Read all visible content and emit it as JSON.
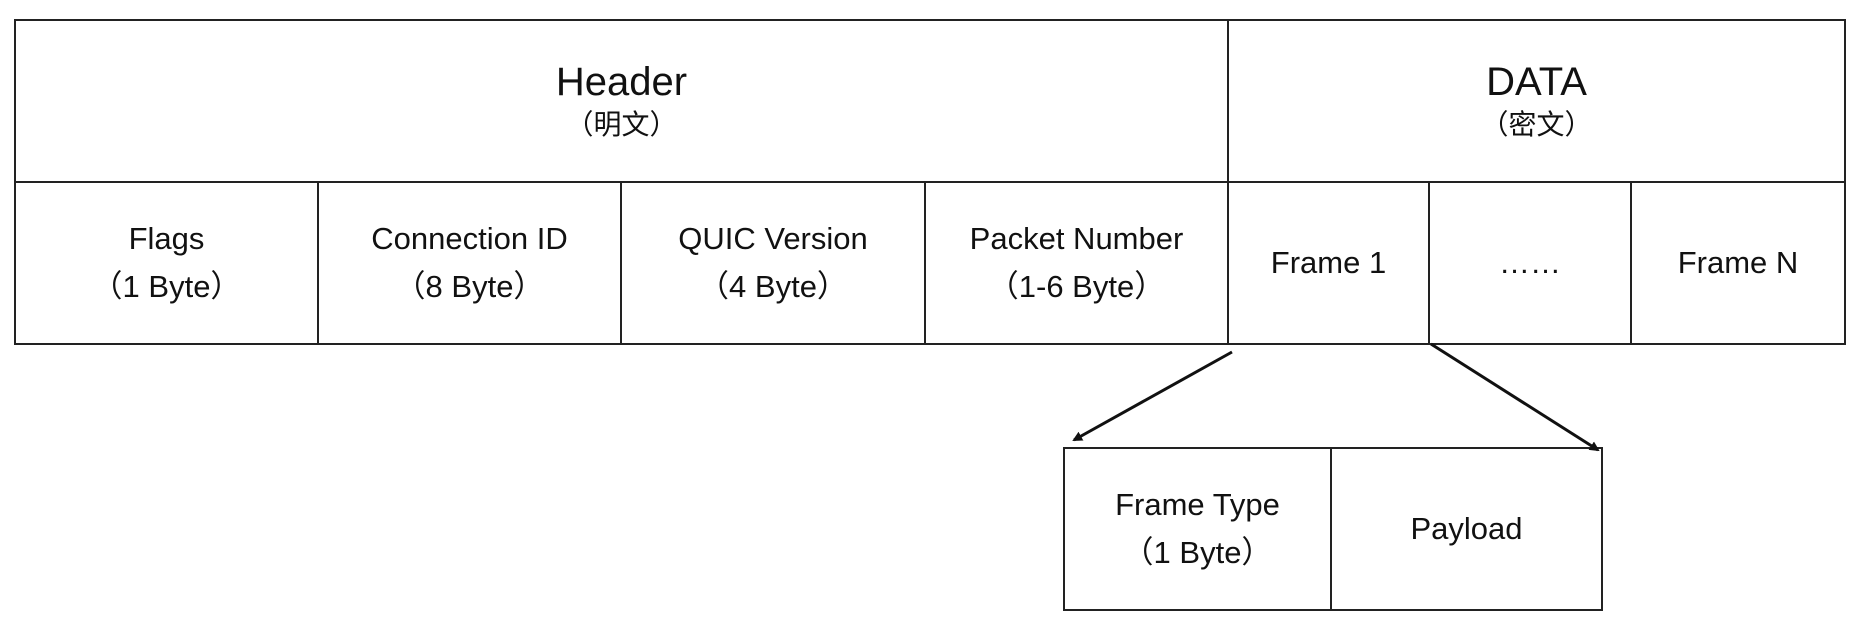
{
  "header": {
    "title": "Header",
    "subtitle": "（明文）"
  },
  "data": {
    "title": "DATA",
    "subtitle": "（密文）"
  },
  "header_fields": [
    {
      "name": "Flags",
      "size": "（1 Byte）"
    },
    {
      "name": "Connection ID",
      "size": "（8 Byte）"
    },
    {
      "name": "QUIC Version",
      "size": "（4 Byte）"
    },
    {
      "name": "Packet Number",
      "size": "（1-6 Byte）"
    }
  ],
  "frames": [
    {
      "label": "Frame 1"
    },
    {
      "label": "……"
    },
    {
      "label": "Frame N"
    }
  ],
  "frame_detail": {
    "type_name": "Frame Type",
    "type_size": "（1 Byte）",
    "payload": "Payload"
  }
}
